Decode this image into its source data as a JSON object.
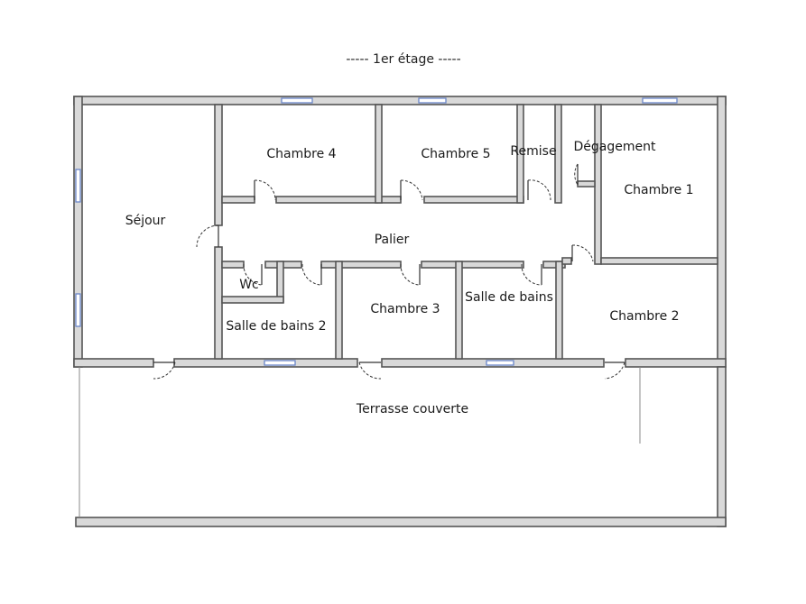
{
  "title": "-----  1er étage  -----",
  "rooms": {
    "sejour": "Séjour",
    "chambre4": "Chambre 4",
    "chambre5": "Chambre 5",
    "remise": "Remise",
    "degagement": "Dégagement",
    "chambre1": "Chambre 1",
    "palier": "Palier",
    "wc": "Wc",
    "sdb2": "Salle de bains 2",
    "chambre3": "Chambre 3",
    "sdb": "Salle de bains",
    "chambre2": "Chambre 2",
    "terrasse": "Terrasse couverte"
  },
  "colors": {
    "wall_fill": "#d9d9d9",
    "wall_stroke": "#555555",
    "window": "#6a86c8"
  }
}
